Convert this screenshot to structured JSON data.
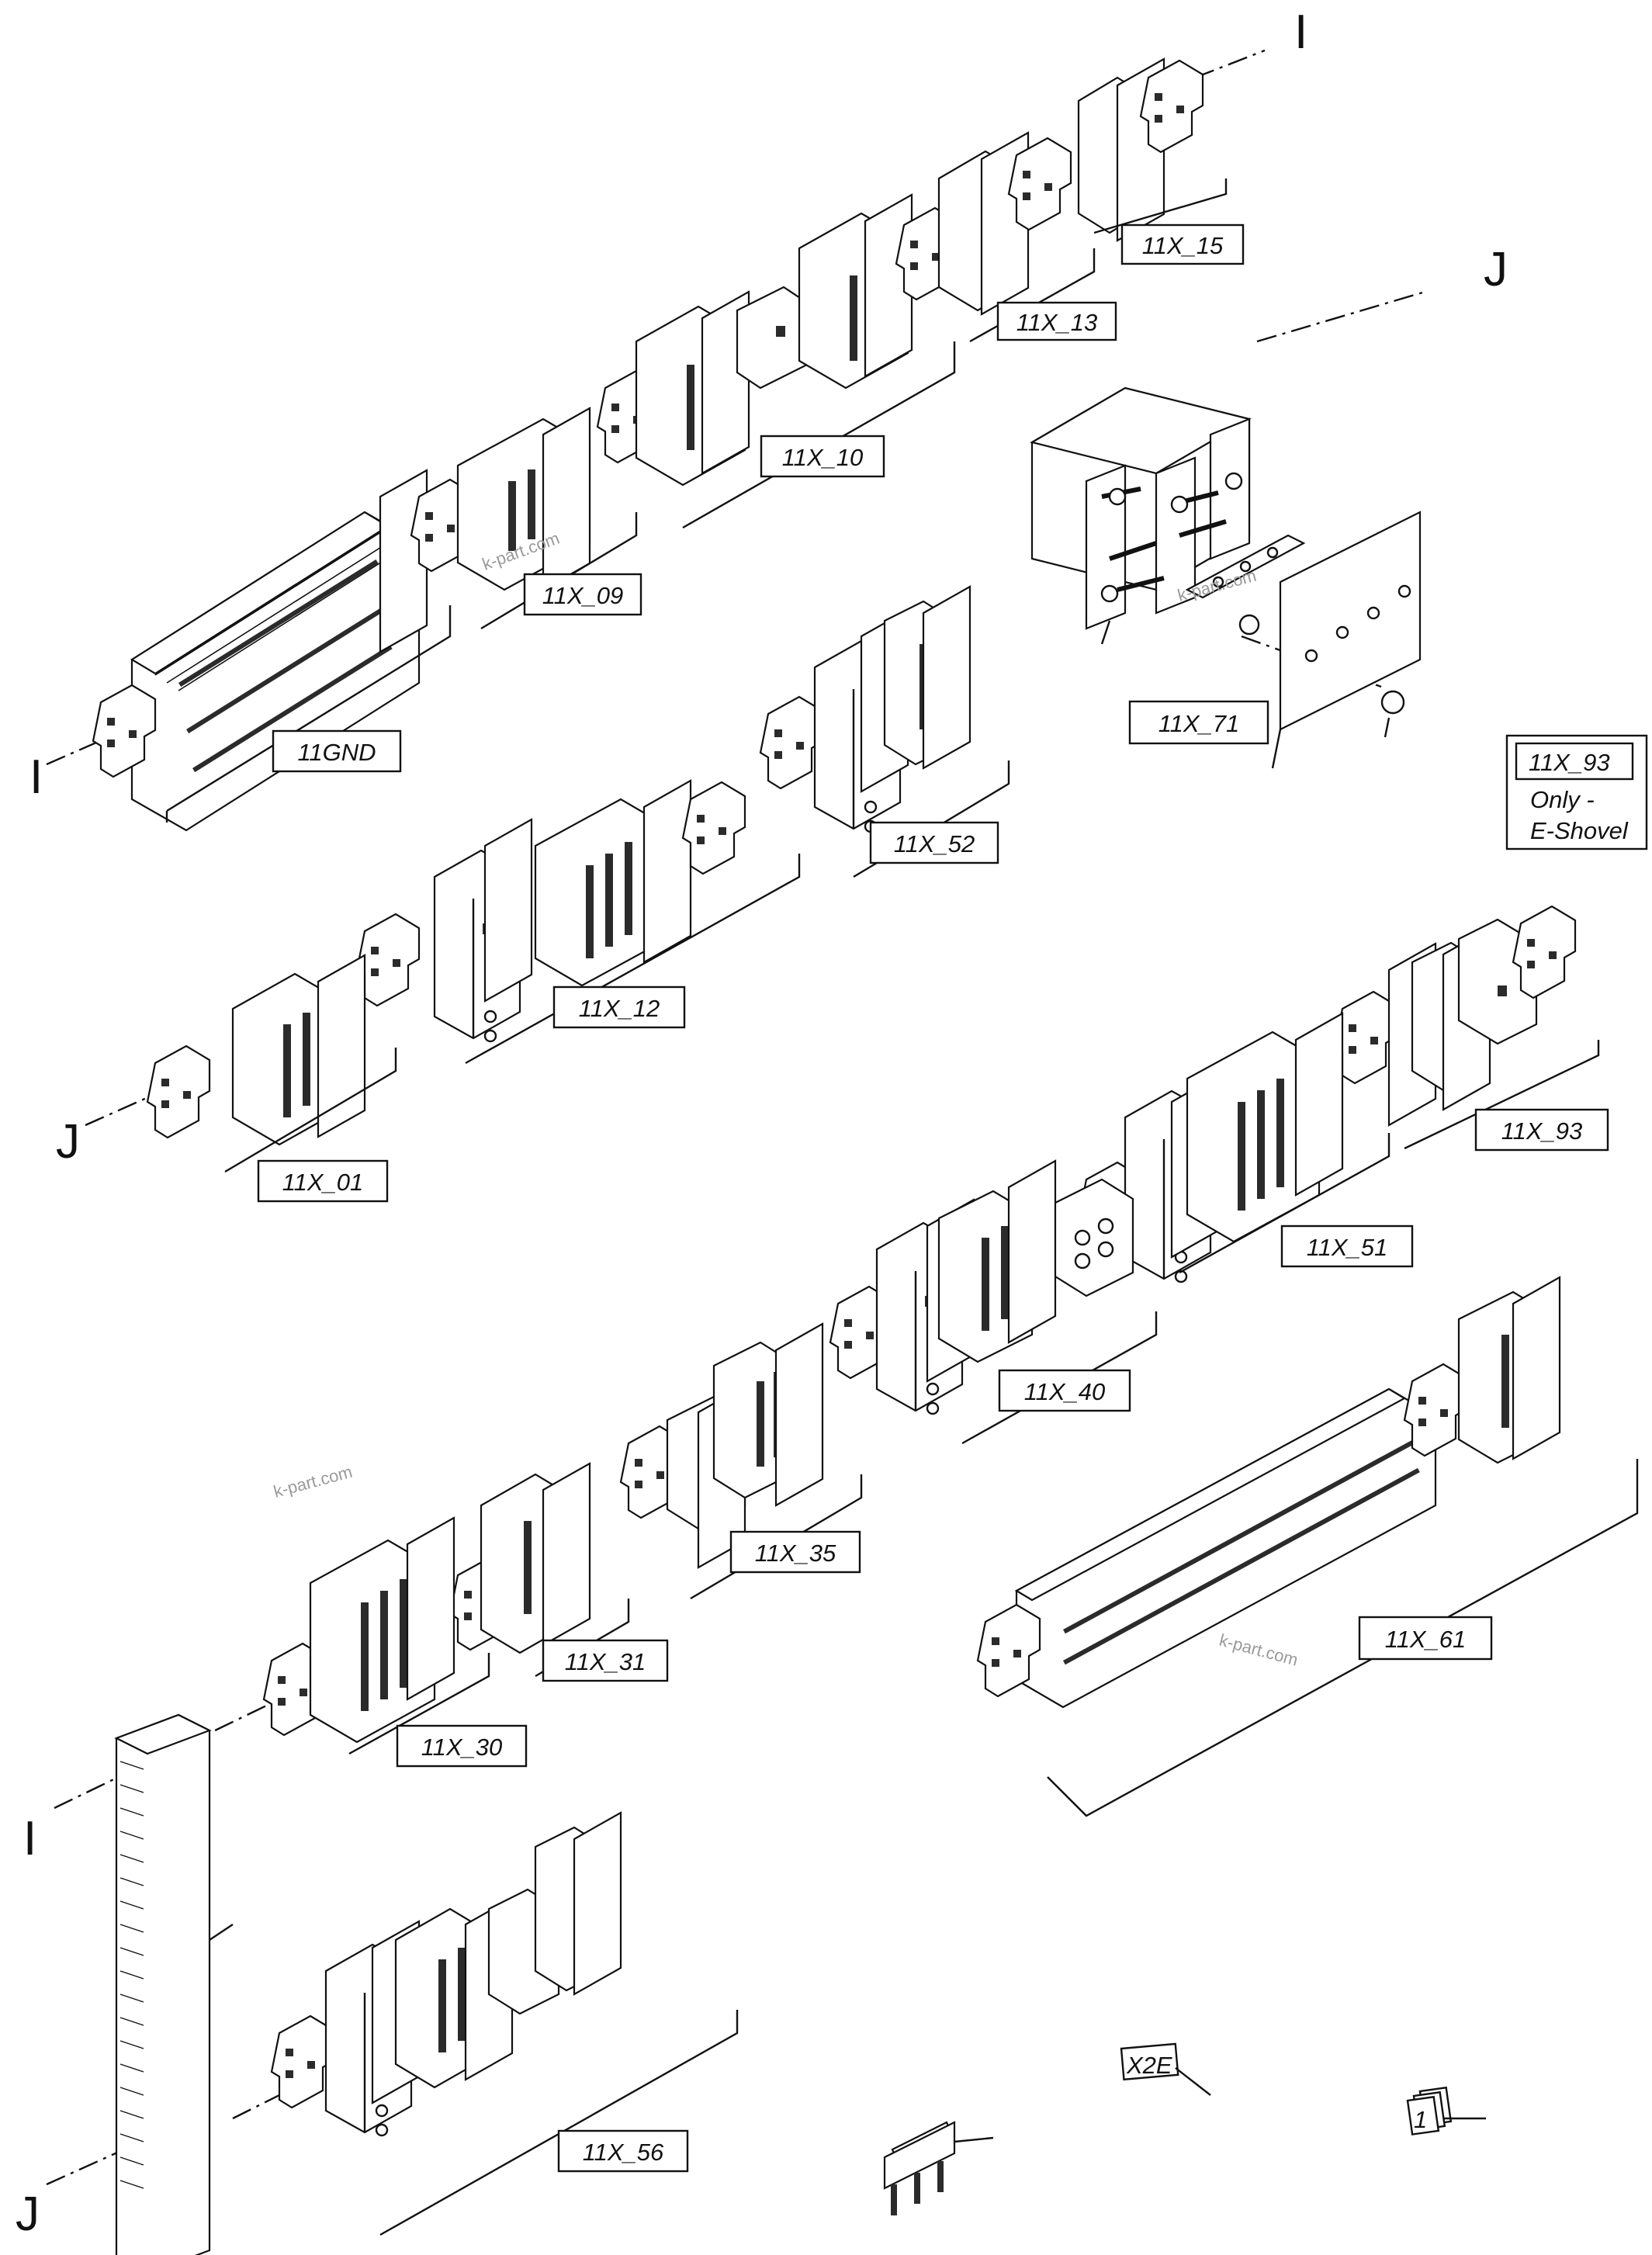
{
  "labels": {
    "gnd": "11GND",
    "x09": "11X_09",
    "x10": "11X_10",
    "x13": "11X_13",
    "x15": "11X_15",
    "x71": "11X_71",
    "x52": "11X_52",
    "x12": "11X_12",
    "x01": "11X_01",
    "x93": "11X_93",
    "x93b": "11X_93",
    "x51": "11X_51",
    "x40": "11X_40",
    "x35": "11X_35",
    "x31": "11X_31",
    "x30": "11X_30",
    "x61": "11X_61",
    "x56": "11X_56",
    "x2e": "X2E",
    "marker": "1"
  },
  "note": {
    "line1": "Only -",
    "line2": "E-Shovel"
  },
  "connectors": {
    "i": "I",
    "j": "J"
  },
  "watermark": "k-part.com"
}
